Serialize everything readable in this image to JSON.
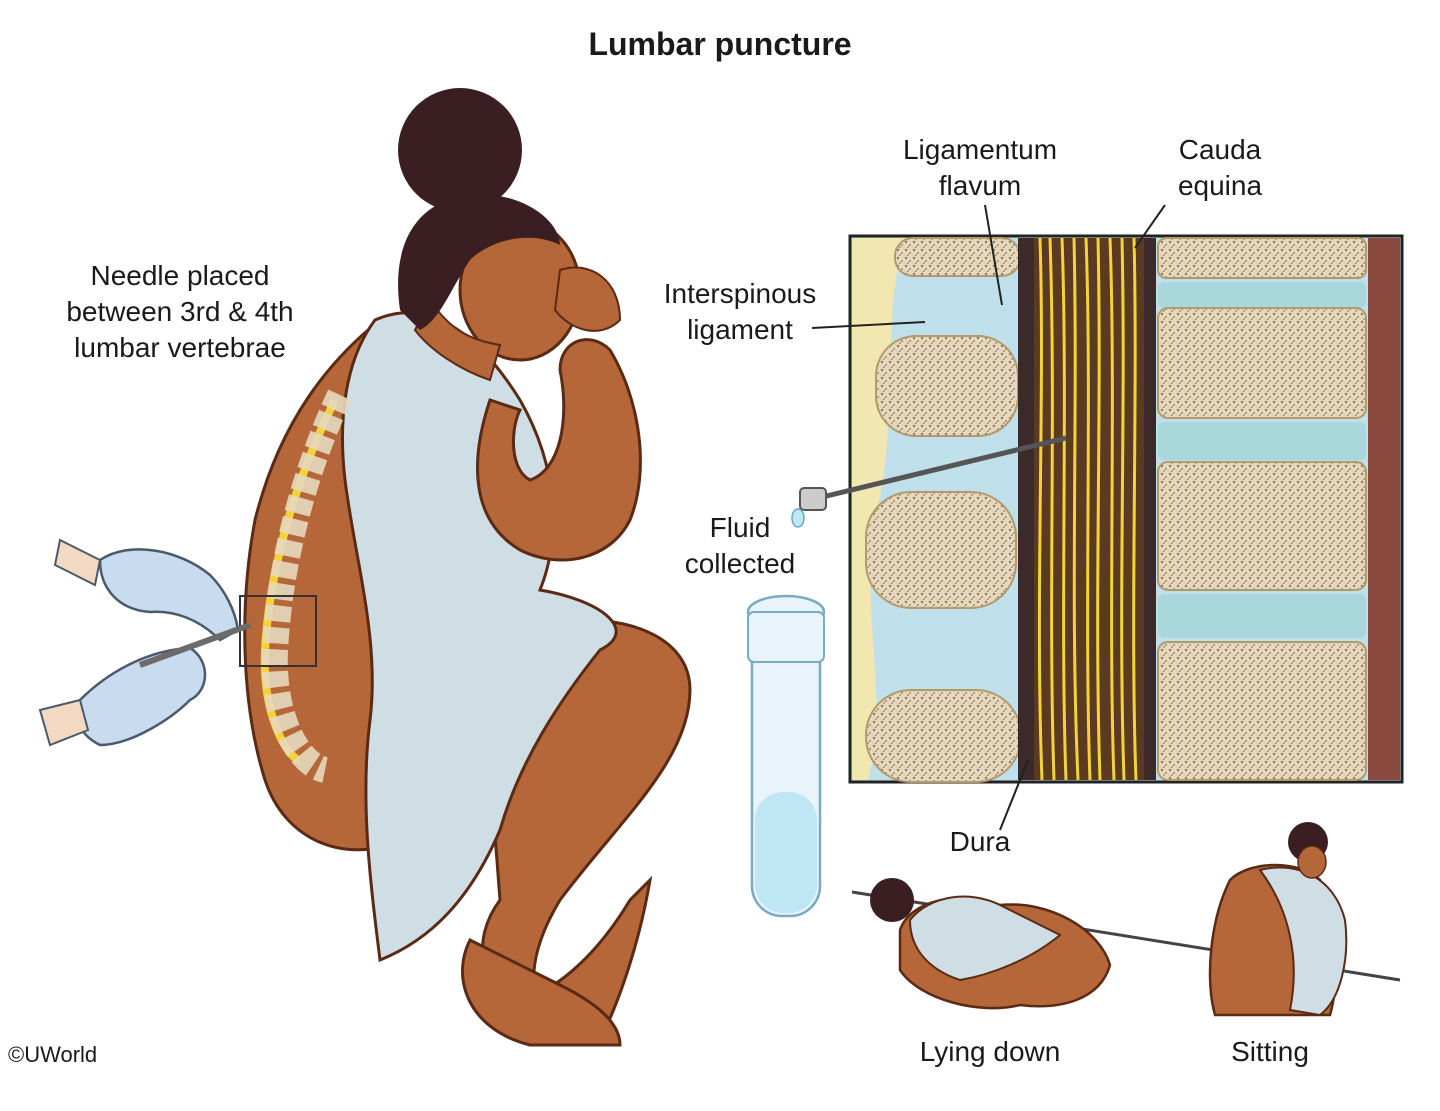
{
  "title": "Lumbar puncture",
  "copyright": "©UWorld",
  "labels": {
    "needle": "Needle placed\nbetween 3rd & 4th\nlumbar vertebrae",
    "ligamentum_flavum": "Ligamentum\nflavum",
    "cauda_equina": "Cauda\nequina",
    "interspinous": "Interspinous\nligament",
    "fluid": "Fluid\ncollected",
    "dura": "Dura",
    "lying_down": "Lying down",
    "sitting": "Sitting"
  },
  "colors": {
    "skin": "#b5673a",
    "skin_outline": "#5a2a14",
    "gown": "#cfdde4",
    "hair": "#3b1e22",
    "glove": "#c9dcef",
    "bone": "#e6d8bc",
    "bone_texture": "#8a7a60",
    "disc": "#a9d8dc",
    "ligament": "#bfe0ea",
    "fat": "#f2e7b0",
    "nerve_yellow": "#f3d23a",
    "dura": "#3c2a2a",
    "muscle": "#8a4a40",
    "tube_liquid": "#bfe6f5"
  }
}
